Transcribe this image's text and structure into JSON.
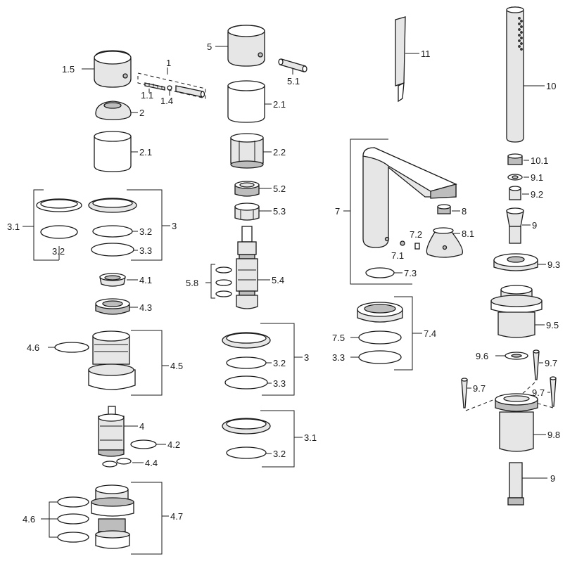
{
  "labels": {
    "l1_5": "1.5",
    "l1": "1",
    "l1_1": "1.1",
    "l1_4": "1.4",
    "l2": "2",
    "l2_1a": "2.1",
    "l3_1a": "3.1",
    "l3_2a": "3.2",
    "l3a": "3",
    "l3_2b": "3.2",
    "l3_3a": "3.3",
    "l4_1": "4.1",
    "l4_3": "4.3",
    "l4_6a": "4.6",
    "l4_5": "4.5",
    "l4": "4",
    "l4_2": "4.2",
    "l4_4": "4.4",
    "l4_6b": "4.6",
    "l4_7": "4.7",
    "l5": "5",
    "l5_1": "5.1",
    "l2_1b": "2.1",
    "l2_2": "2.2",
    "l5_2": "5.2",
    "l5_3": "5.3",
    "l5_8": "5.8",
    "l5_4": "5.4",
    "l3b": "3",
    "l3_2c": "3.2",
    "l3_3b": "3.3",
    "l3_1b": "3.1",
    "l3_2d": "3.2",
    "l11": "11",
    "l7": "7",
    "l8": "8",
    "l7_2": "7.2",
    "l8_1": "8.1",
    "l7_1": "7.1",
    "l7_3": "7.3",
    "l7_5": "7.5",
    "l7_4": "7.4",
    "l3_3c": "3.3",
    "l10": "10",
    "l10_1": "10.1",
    "l9_1": "9.1",
    "l9_2": "9.2",
    "l9a": "9",
    "l9_3": "9.3",
    "l9_5": "9.5",
    "l9_6": "9.6",
    "l9_7a": "9.7",
    "l9_7b": "9.7",
    "l9_7c": "9.7",
    "l9_8": "9.8",
    "l9b": "9"
  }
}
